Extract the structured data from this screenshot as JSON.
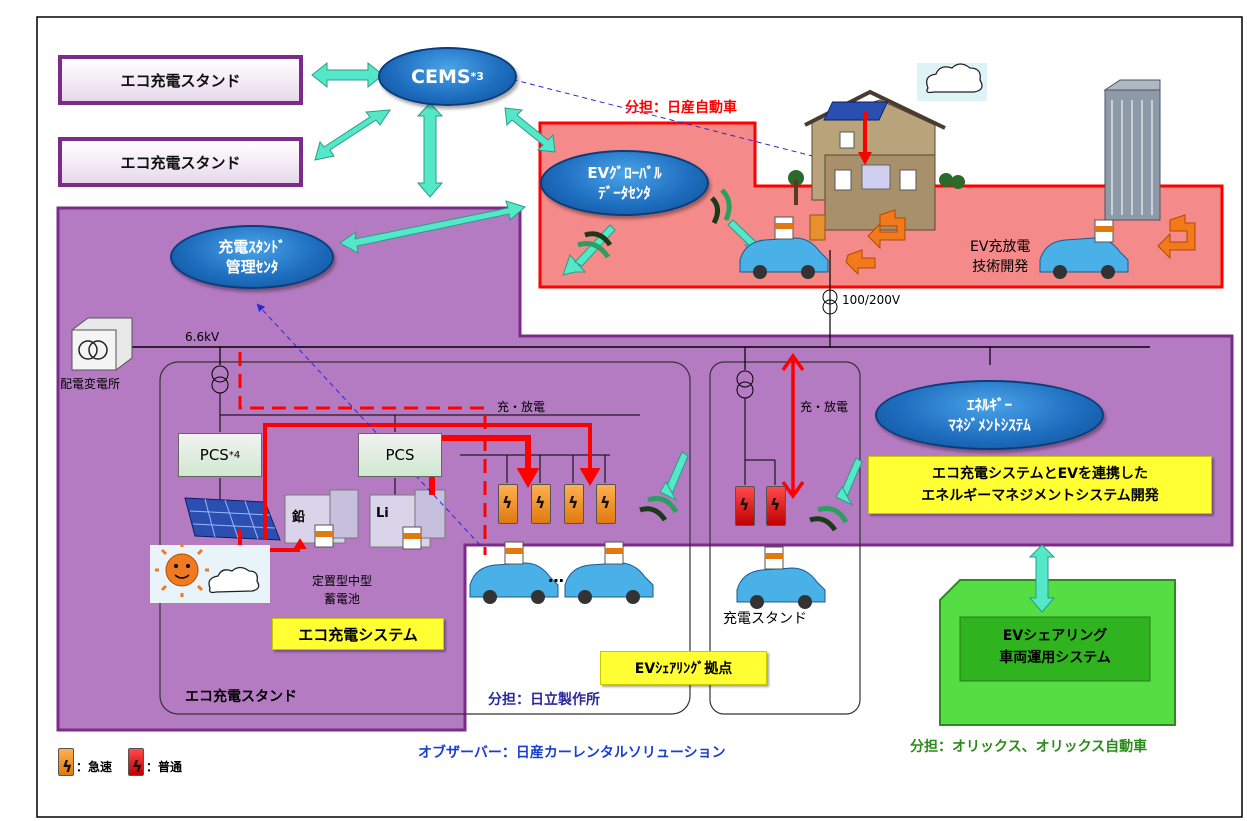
{
  "cems": {
    "label": "CEMS",
    "sup": "*3"
  },
  "stand_top_1": "エコ充電スタンド",
  "stand_top_2": "エコ充電スタンド",
  "ev_global_line1": "EVｸﾞﾛｰﾊﾞﾙ",
  "ev_global_line2": "ﾃﾞｰﾀｾﾝﾀ",
  "charge_mgmt_line1": "充電ｽﾀﾝﾄﾞ",
  "charge_mgmt_line2": "管理ｾﾝﾀ",
  "nissan_share": "分担：日産自動車",
  "ev_tech_line1": "EV充放電",
  "ev_tech_line2": "技術開発",
  "voltage_100_200": "100/200V",
  "voltage_6_6kv": "6.6kV",
  "substation": "配電変電所",
  "pcs4": {
    "label": "PCS",
    "sup": "*4"
  },
  "pcs": "PCS",
  "battery_pb": "鉛",
  "battery_li": "Li",
  "charge_discharge_1": "充・放電",
  "charge_discharge_2": "充・放電",
  "stationary_battery_line1": "定置型中型",
  "stationary_battery_line2": "蓄電池",
  "eco_charge_system": "エコ充電システム",
  "eco_charge_stand_bottom": "エコ充電スタンド",
  "hitachi_share": "分担：日立製作所",
  "ev_sharing_base": "EVｼｪｱﾘﾝｸﾞ拠点",
  "charge_stand": "充電スタンド",
  "energy_mgmt_line1": "ｴﾈﾙｷﾞｰ",
  "energy_mgmt_line2": "ﾏﾈｼﾞﾒﾝﾄｼｽﾃﾑ",
  "dev_note_line1": "エコ充電システムとEVを連携した",
  "dev_note_line2": "エネルギーマネジメントシステム開発",
  "ev_sharing_ops_line1": "EVシェアリング",
  "ev_sharing_ops_line2": "車両運用システム",
  "orix_share": "分担：オリックス、オリックス自動車",
  "observer": "オブザーバー：日産カーレンタルソリューション",
  "legend_fast": "：急速",
  "legend_normal": "：普通",
  "ellipsis": "…",
  "colors": {
    "purple_zone": "#b57bc2",
    "purple_border": "#7b2c8a",
    "pink_zone": "#f58a8a",
    "red_border": "#ff0000",
    "green_box": "#55dd44",
    "highlight_yellow": "#ffff33",
    "ellipse_blue": "#1f6fc0",
    "arrow_teal": "#55e8c8",
    "arrow_orange": "#f27a1a",
    "red_text": "#ff0000",
    "blue_text": "#1a3fd0",
    "green_text": "#2a8a1a"
  }
}
